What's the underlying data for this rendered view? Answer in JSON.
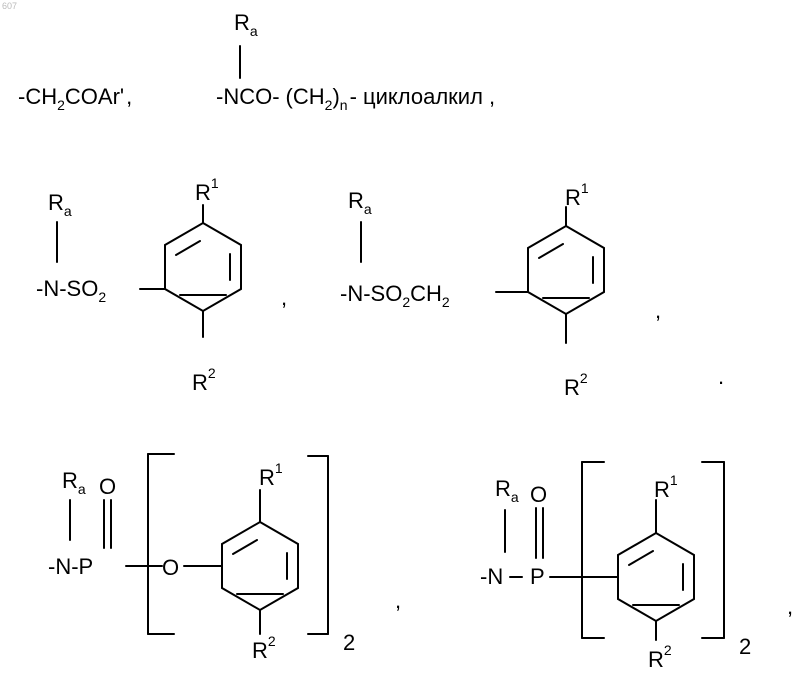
{
  "page_number": "607",
  "row1": {
    "acyl": {
      "prefix": "-CH",
      "sub": "2",
      "rest": "COAr'",
      "comma": ","
    },
    "amide": {
      "ra": "R",
      "ra_sub": "a",
      "nco": "-NCO-",
      "ch2": "(CH",
      "ch2_sub": "2",
      "paren": ")",
      "n_sub": "n",
      "tail": "- циклоалкил ,"
    }
  },
  "row2": {
    "sulfonyl": {
      "ra": "R",
      "ra_sub": "a",
      "ns": "-N-SO",
      "so2_sub": "2",
      "r1": "R",
      "r1_sup": "1",
      "r2": "R",
      "r2_sup": "2",
      "comma": ","
    },
    "sulfonylmethyl": {
      "ra": "R",
      "ra_sub": "a",
      "ns": "-N-SO",
      "so2_sub": "2",
      "ch": "CH",
      "ch_sub": "2",
      "r1": "R",
      "r1_sup": "1",
      "r2": "R",
      "r2_sup": "2",
      "comma": ","
    },
    "dot": "."
  },
  "row3": {
    "phosphate": {
      "ra": "R",
      "ra_sub": "a",
      "o": "O",
      "np": "-N-P",
      "ox": "O",
      "r1": "R",
      "r1_sup": "1",
      "r2": "R",
      "r2_sup": "2",
      "mult": "2",
      "comma": ","
    },
    "phosphinic": {
      "ra": "R",
      "ra_sub": "a",
      "o": "O",
      "n": "-N",
      "p": "P",
      "r1": "R",
      "r1_sup": "1",
      "r2": "R",
      "r2_sup": "2",
      "mult": "2",
      "comma": ","
    }
  }
}
